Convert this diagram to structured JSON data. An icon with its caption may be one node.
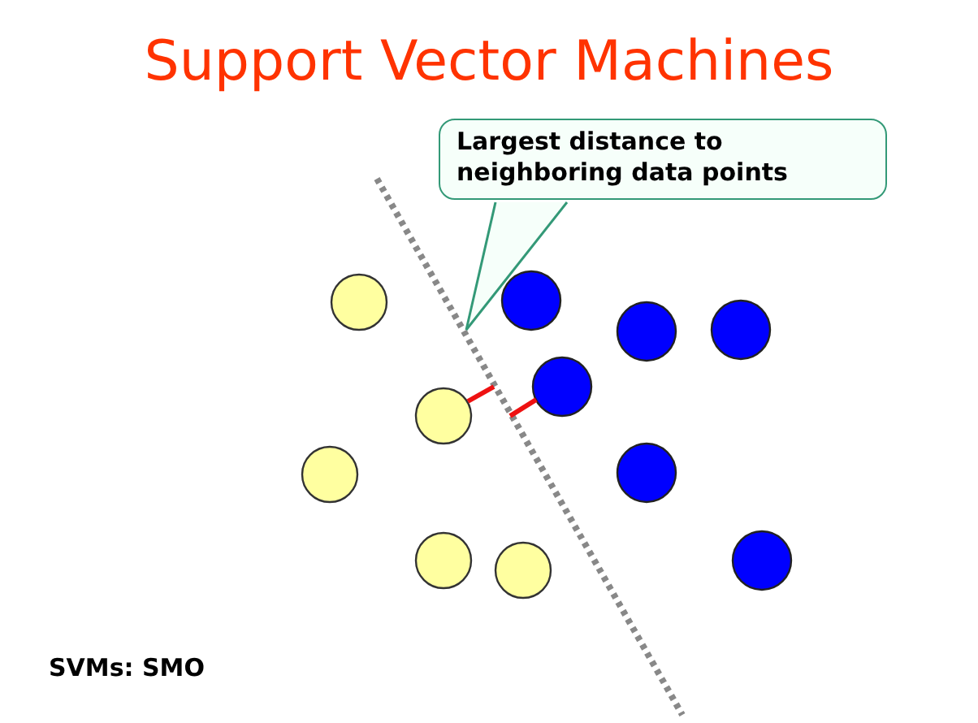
{
  "diagram": {
    "title": "Support Vector Machines",
    "nodes": [
      {
        "text": [
          "Largest distance to neighboring data points"
        ]
      },
      {
        "text": [],
        "shape": "line"
      }
    ],
    "edges": [
      {
        "from": 0,
        "to": 1,
        "arrow": "none"
      }
    ],
    "labels": [
      "SVMs: SMO"
    ]
  }
}
